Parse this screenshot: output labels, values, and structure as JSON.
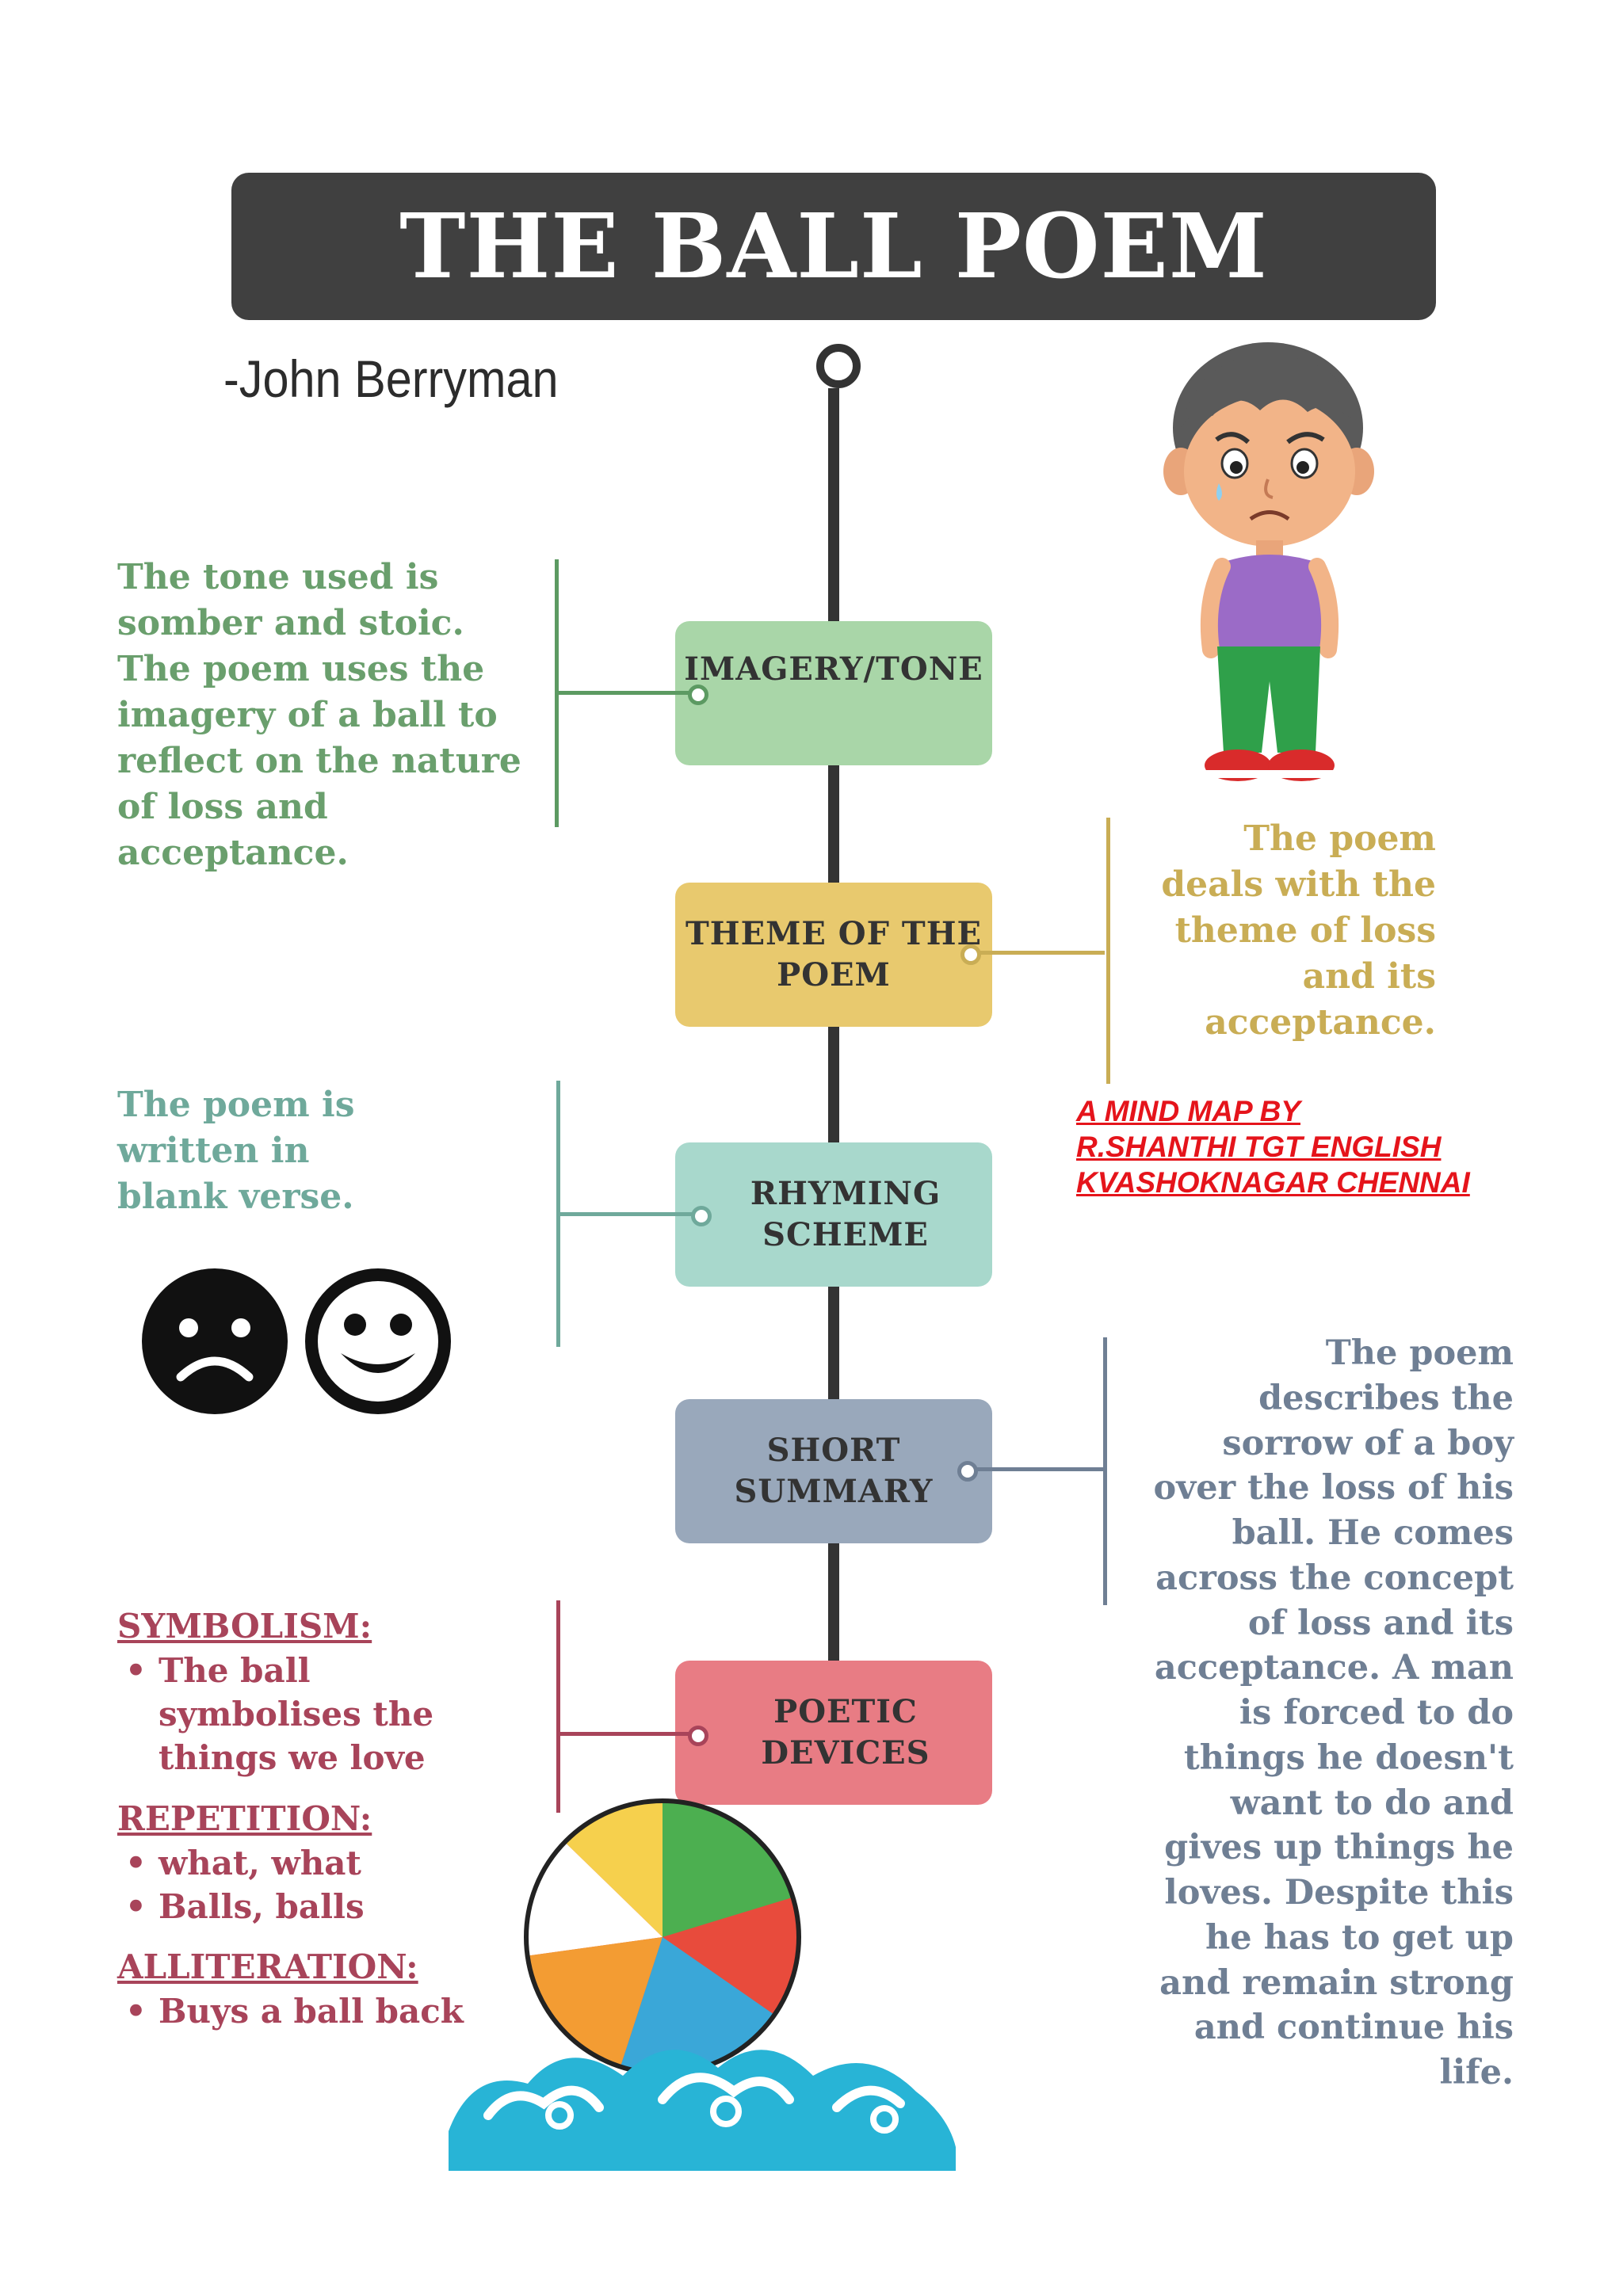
{
  "title": "THE BALL POEM",
  "author": "-John Berryman",
  "credit": {
    "line1": "A MIND MAP BY",
    "line2": "R.SHANTHI TGT ENGLISH",
    "line3": "KVASHOKNAGAR CHENNAI"
  },
  "nodes": {
    "imagery": {
      "label": "IMAGERY/TONE",
      "color": "#a9d6a8",
      "accent": "#5c9a62"
    },
    "theme": {
      "label": "THEME OF THE\nPOEM",
      "color": "#e8c96e",
      "accent": "#c9ad55"
    },
    "rhyming": {
      "label": "RHYMING\nSCHEME",
      "color": "#a8d8cc",
      "accent": "#6fa99b"
    },
    "summary": {
      "label": "SHORT\nSUMMARY",
      "color": "#99a8bb",
      "accent": "#6f7f94"
    },
    "devices": {
      "label": "POETIC\nDEVICES",
      "color": "#e87c84",
      "accent": "#a8445a"
    }
  },
  "notes": {
    "imagery": "The tone used is\nsomber and stoic.\nThe poem uses the\nimagery of a ball to\nreflect on the nature\nof loss and\nacceptance.",
    "theme": "The poem\ndeals with the\ntheme of loss\nand its\nacceptance.",
    "rhyming": "The poem is\nwritten in\nblank verse.",
    "summary": "The poem\ndescribes the\nsorrow of a boy\nover the loss of his\nball. He comes\nacross the concept\nof loss and its\nacceptance. A man\nis forced to do\nthings he doesn't\nwant to do and\ngives up things he\nloves. Despite this\nhe has to get up\nand remain strong\nand continue his\nlife."
  },
  "devices": {
    "symbolism": {
      "heading": "SYMBOLISM:",
      "items": [
        "The ball\nsymbolises the\nthings we love"
      ]
    },
    "repetition": {
      "heading": "REPETITION:",
      "items": [
        "what, what",
        "Balls, balls"
      ]
    },
    "alliteration": {
      "heading": "ALLITERATION:",
      "items": [
        "Buys a ball back"
      ]
    }
  },
  "icons": [
    "sad-face-icon",
    "smiley-face-icon",
    "sad-boy-illustration",
    "beach-ball-illustration"
  ]
}
